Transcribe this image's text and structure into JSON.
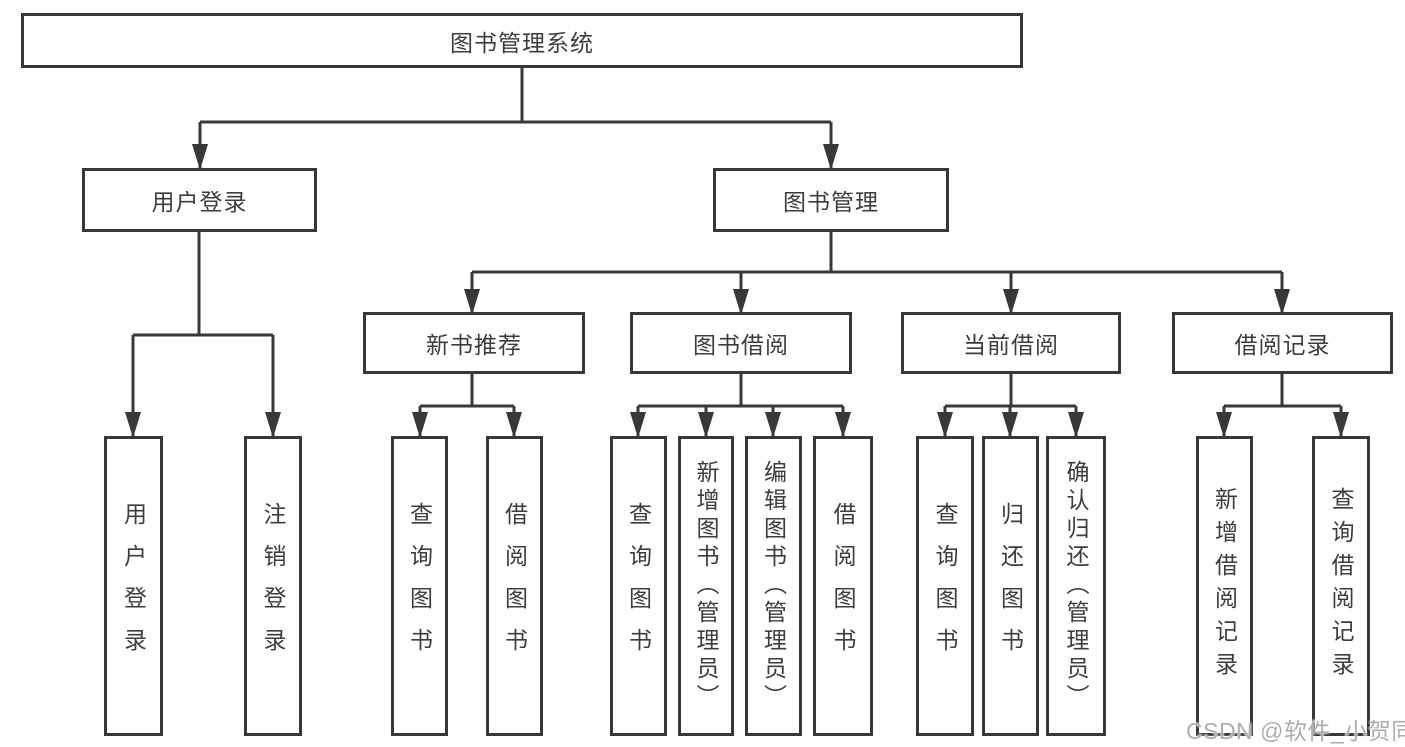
{
  "diagram": {
    "title": "图书管理系统",
    "branches": [
      {
        "label": "用户登录",
        "children": [
          "用户登录",
          "注销登录"
        ]
      },
      {
        "label": "图书管理",
        "sections": [
          {
            "label": "新书推荐",
            "children": [
              "查询图书",
              "借阅图书"
            ]
          },
          {
            "label": "图书借阅",
            "children": [
              "查询图书",
              "新增图书（管理员）",
              "编辑图书（管理员）",
              "借阅图书"
            ]
          },
          {
            "label": "当前借阅",
            "children": [
              "查询图书",
              "归还图书",
              "确认归还（管理员）"
            ]
          },
          {
            "label": "借阅记录",
            "children": [
              "新增借阅记录",
              "查询借阅记录"
            ]
          }
        ]
      }
    ]
  },
  "watermark": {
    "text": "CSDN @软件_小贺同学"
  },
  "colors": {
    "line": "#383838",
    "text": "#3d3d3d",
    "background": "#ffffff",
    "watermark": "#adadad"
  }
}
